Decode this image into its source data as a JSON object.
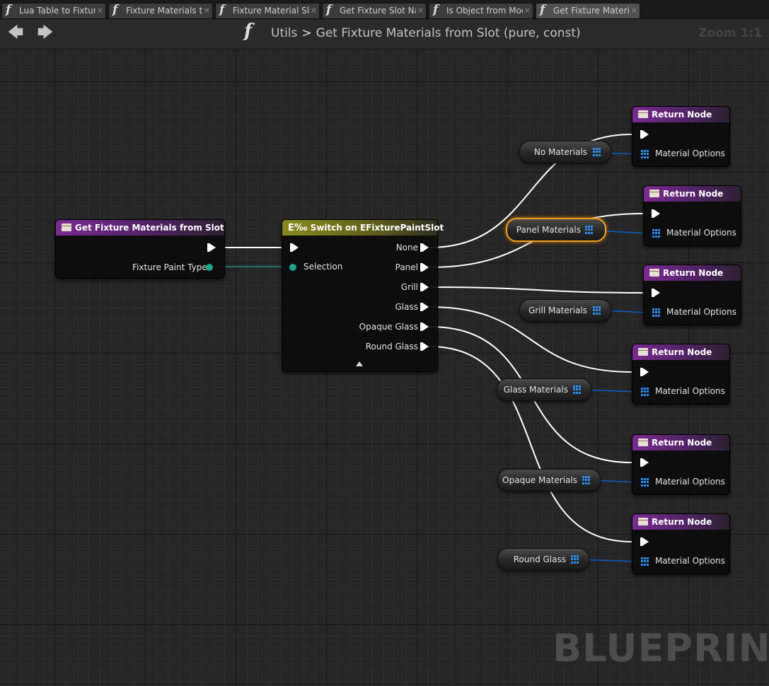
{
  "tabs": [
    {
      "label": "Lua Table to Fixture",
      "active": false
    },
    {
      "label": "Fixture Materials to",
      "active": false
    },
    {
      "label": "Fixture Material Slo",
      "active": false
    },
    {
      "label": "Get Fixture Slot Nan",
      "active": false
    },
    {
      "label": "Is Object from Mod",
      "active": false
    },
    {
      "label": "Get Fixture Materia",
      "active": true
    }
  ],
  "tab_close": "×",
  "header": {
    "back_icon": "arrow-left-icon",
    "forward_icon": "arrow-right-icon",
    "function_glyph": "f",
    "breadcrumb_parent": "Utils",
    "breadcrumb_separator": ">",
    "breadcrumb_current": "Get Fixture Materials from Slot (pure, const)",
    "zoom": "Zoom 1:1"
  },
  "entry_node": {
    "title": "Get Fixture Materials from Slot",
    "param_label": "Fixture Paint Type"
  },
  "switch_node": {
    "title": "Switch on EFixturePaintSlot",
    "input_label": "Selection",
    "outputs": [
      "None",
      "Panel",
      "Grill",
      "Glass",
      "Opaque Glass",
      "Round Glass"
    ]
  },
  "return_nodes": [
    {
      "title": "Return Node",
      "output_label": "Material Options"
    },
    {
      "title": "Return Node",
      "output_label": "Material Options"
    },
    {
      "title": "Return Node",
      "output_label": "Material Options"
    },
    {
      "title": "Return Node",
      "output_label": "Material Options"
    },
    {
      "title": "Return Node",
      "output_label": "Material Options"
    },
    {
      "title": "Return Node",
      "output_label": "Material Options"
    }
  ],
  "variable_nodes": [
    {
      "label": "No Materials",
      "selected": false
    },
    {
      "label": "Panel Materials",
      "selected": true
    },
    {
      "label": "Grill Materials",
      "selected": false
    },
    {
      "label": "Glass Materials",
      "selected": false
    },
    {
      "label": "Opaque Materials",
      "selected": false
    },
    {
      "label": "Round Glass",
      "selected": false
    }
  ],
  "watermark": "BLUEPRINT",
  "colors": {
    "function_header": "#7a2a92",
    "switch_header": "#8a8a20",
    "exec_wire": "#ffffff",
    "data_pin": "#1aa38f",
    "array_pin": "#2f8ff0",
    "array_wire": "#0a60c8",
    "selection_outline": "#f0a020"
  }
}
